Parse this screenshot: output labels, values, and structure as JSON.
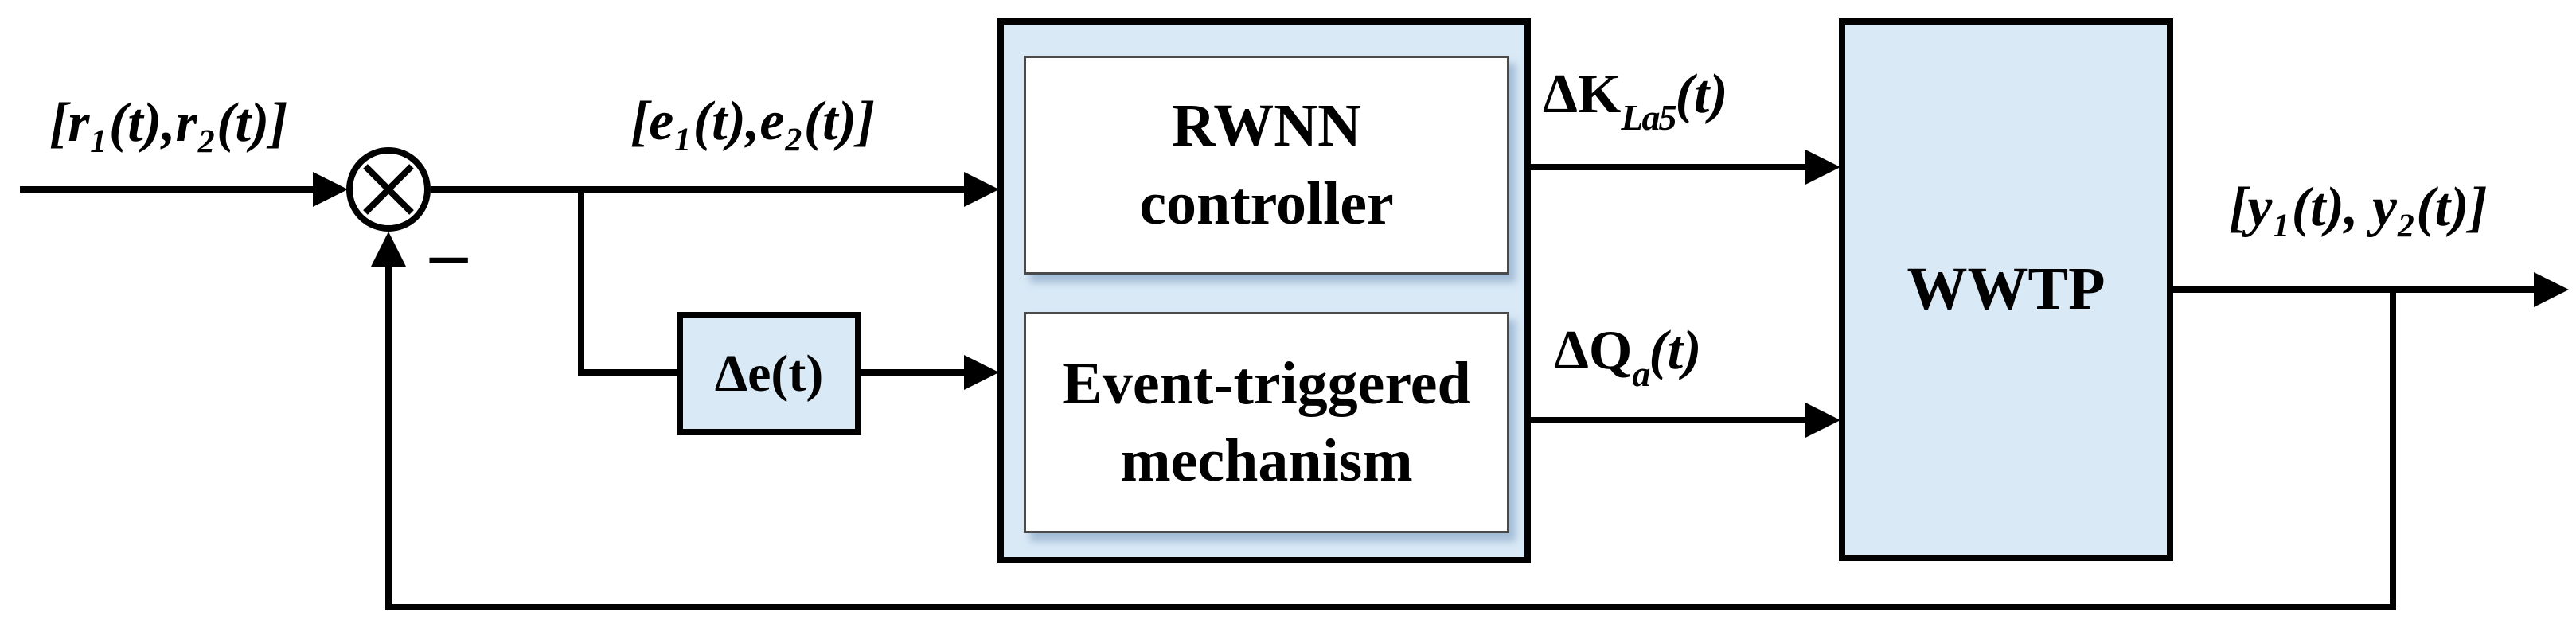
{
  "diagram": {
    "title": "Event-triggered RWNN control of a WWTP (closed-loop block diagram)",
    "signals": {
      "reference": "[r₁(t),r₂(t)]",
      "error": "[e₁(t),e₂(t)]",
      "minus": "−",
      "error_difference": "Δe(t)",
      "kla": {
        "main": "ΔK",
        "sub": "La5",
        "tail": "(t)"
      },
      "qa": {
        "main": "ΔQ",
        "sub": "a",
        "tail": "(t)"
      },
      "output": "[y₁(t), y₂(t)]"
    },
    "blocks": {
      "controller": {
        "line1": "RWNN",
        "line2": "controller"
      },
      "event_mechanism": {
        "line1": "Event-triggered",
        "line2": "mechanism"
      },
      "plant": "WWTP"
    },
    "colors": {
      "block_fill": "#d9e9f6",
      "line": "#000000",
      "inner_box_fill": "#ffffff",
      "inner_box_border": "#4a4a4a"
    }
  }
}
